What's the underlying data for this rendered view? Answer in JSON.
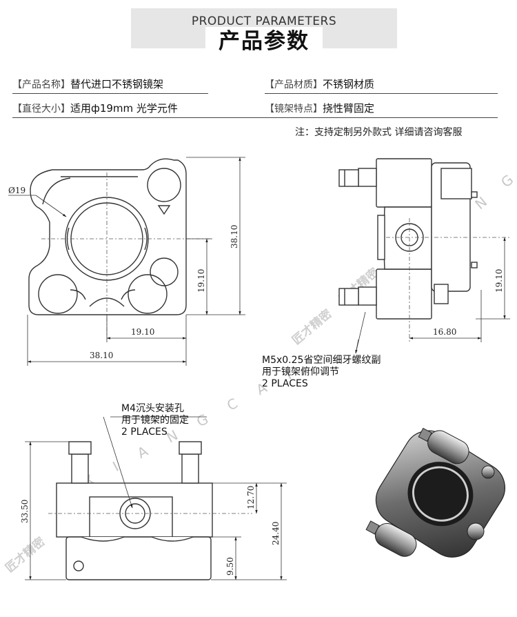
{
  "header": {
    "title_en": "PRODUCT PARAMETERS",
    "title_cn": "产品参数"
  },
  "params": [
    {
      "label": "【产品名称】",
      "value": "替代进口不锈钢镜架"
    },
    {
      "label": "【产品材质】",
      "value": "不锈钢材质"
    },
    {
      "label": "【直径大小】",
      "value": "适用ф19mm 光学元件"
    },
    {
      "label": "【镜架特点】",
      "value": "挠性臂固定"
    }
  ],
  "note": "注：支持定制另外款式 详细请咨询客服",
  "front_view": {
    "diameter": "Ø19",
    "height": "38.10",
    "half_height": "19.10",
    "half_width": "19.10",
    "width": "38.10"
  },
  "side_view": {
    "half_height": "19.10",
    "depth": "16.80"
  },
  "callout_m5": [
    "M5x0.25省空间细牙螺纹副",
    "用于镜架俯仰调节",
    "2 PLACES"
  ],
  "callout_m4": [
    "M4沉头安装孔",
    "用于镜架的固定",
    "2 PLACES"
  ],
  "bottom_view": {
    "total_height": "33.50",
    "center_height": "12.70",
    "body_height": "24.40",
    "base_height": "9.50"
  },
  "watermark": {
    "letters": "X I A N G C A I",
    "logo_text": "匠才精密"
  },
  "colors": {
    "header_bg": "#e6e6e6",
    "line": "#333333",
    "part_fill": "#ffffff"
  }
}
